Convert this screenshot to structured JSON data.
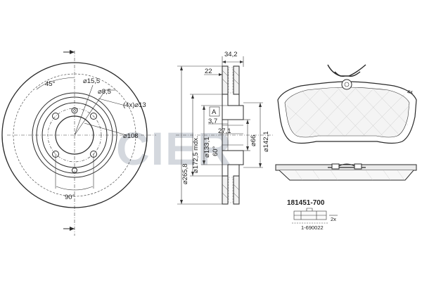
{
  "watermark": {
    "text": "CIER",
    "color": "#d4d8de"
  },
  "disc_front": {
    "angle_top": "45°",
    "angle_bottom": "90°",
    "dia_15_5": "⌀15,5",
    "dia_8_5": "⌀8,5",
    "holes": "(4x)⌀13",
    "dia_108": "⌀108"
  },
  "disc_section": {
    "width_34_2": "34,2",
    "width_22": "22",
    "dia_265_8": "⌀265,8",
    "dia_172_5": "⌀172,5 mdx.",
    "dia_133_1": "⌀133,1",
    "label_a": "A",
    "dim_3_7": "3,7",
    "dim_27_1": "27,1",
    "angle_60": "60°",
    "dia_66": "⌀66",
    "dia_142_1": "⌀142,1"
  },
  "pads": {
    "qty_label": "4x",
    "part_number": "181451-700",
    "accessory_qty": "2x",
    "accessory_code": "1-690022"
  }
}
